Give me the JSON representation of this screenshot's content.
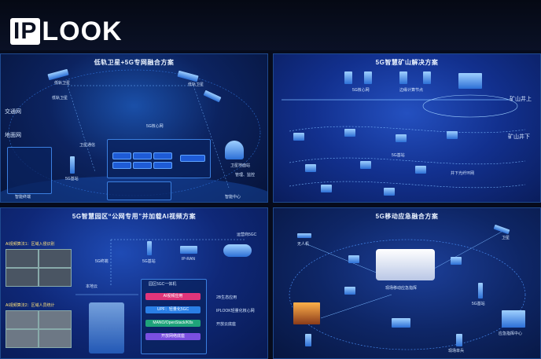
{
  "logo": {
    "ip": "IP",
    "look": "LOOK"
  },
  "panels": {
    "satellite": {
      "title": "低轨卫星+5G专网融合方案",
      "labels": [
        "低轨卫星",
        "低轨卫星",
        "低轨卫星",
        "交通网",
        "地面网",
        "5G核心网",
        "卫星通信",
        "5G基站",
        "卫星地面站",
        "管理、监控",
        "智能终端",
        "智能中心"
      ]
    },
    "mine": {
      "title": "5G智慧矿山解决方案",
      "labels": [
        "5G核心网",
        "边缘计算节点",
        "矿山井上",
        "矿山井下",
        "井下光纤环网",
        "5G基站"
      ]
    },
    "park": {
      "title": "5G智慧园区“公网专用”并加载AI视频方案",
      "labels": [
        "AI视频算法1：区域入侵识别",
        "AI视频算法2：区域人员统计",
        "运营商5GC",
        "5G基站",
        "IP-RAN",
        "5G终端",
        "本地云"
      ],
      "stack_title": "园区5GC一体机",
      "stack": [
        "AI视频应用",
        "UPF：轻量化5GC",
        "MANO/OpenStack/K8s",
        "开放网络底座"
      ],
      "stack_notes": [
        "2B生态应用",
        "IPLOOK轻量化核心网",
        "开放云底座"
      ]
    },
    "emergency": {
      "title": "5G移动应急融合方案",
      "labels": [
        "无人机",
        "现场移动应急指挥",
        "卫星",
        "5G基站",
        "应急指挥中心",
        "现场单兵"
      ]
    }
  },
  "colors": {
    "accent": "#3b7fe0",
    "stack": [
      "#e0357a",
      "#2a7fe6",
      "#1fa37a",
      "#7a4fe0"
    ]
  }
}
